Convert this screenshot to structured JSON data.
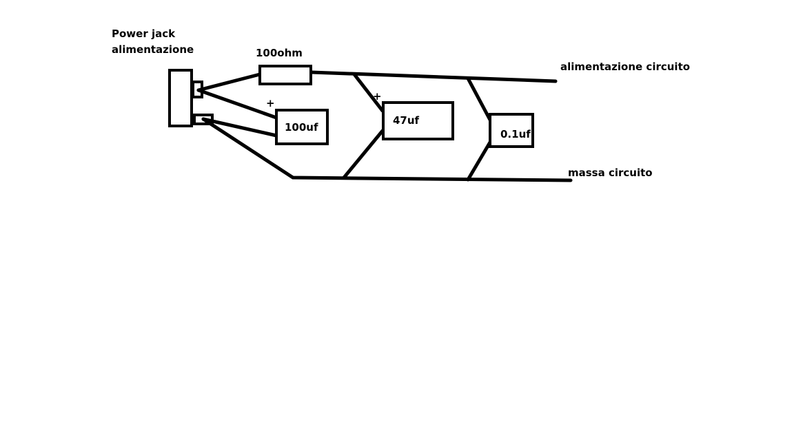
{
  "labels": {
    "power_jack_line1": "Power jack",
    "power_jack_line2": "alimentazione",
    "resistor": "100ohm",
    "cap1": "100uf",
    "cap1_plus": "+",
    "cap2": "47uf",
    "cap2_plus": "+",
    "cap3": "0.1uf",
    "supply_rail": "alimentazione circuito",
    "ground_rail": "massa circuito"
  },
  "colors": {
    "ink": "#000000",
    "background": "#ffffff"
  }
}
